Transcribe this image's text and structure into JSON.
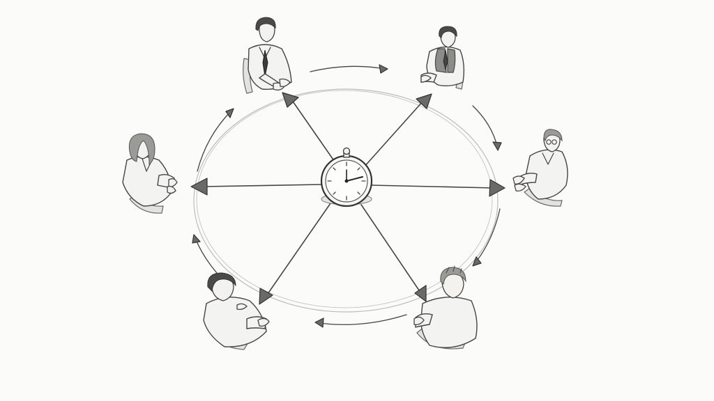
{
  "diagram": {
    "colors": {
      "background": "#fbfbf9",
      "ink": "#444444",
      "faint_ink": "#bbbbbb",
      "arrow_fill": "#6a6a68"
    },
    "center_object": "stopwatch-icon",
    "participants": [
      {
        "id": "top-left",
        "icon": "person-seated-tie"
      },
      {
        "id": "top-right",
        "icon": "person-seated-vest"
      },
      {
        "id": "right",
        "icon": "person-seated-glasses"
      },
      {
        "id": "bottom-right",
        "icon": "person-seated-back"
      },
      {
        "id": "bottom-left",
        "icon": "person-seated-back"
      },
      {
        "id": "left",
        "icon": "person-seated-woman"
      }
    ],
    "flow_direction": "clockwise"
  }
}
